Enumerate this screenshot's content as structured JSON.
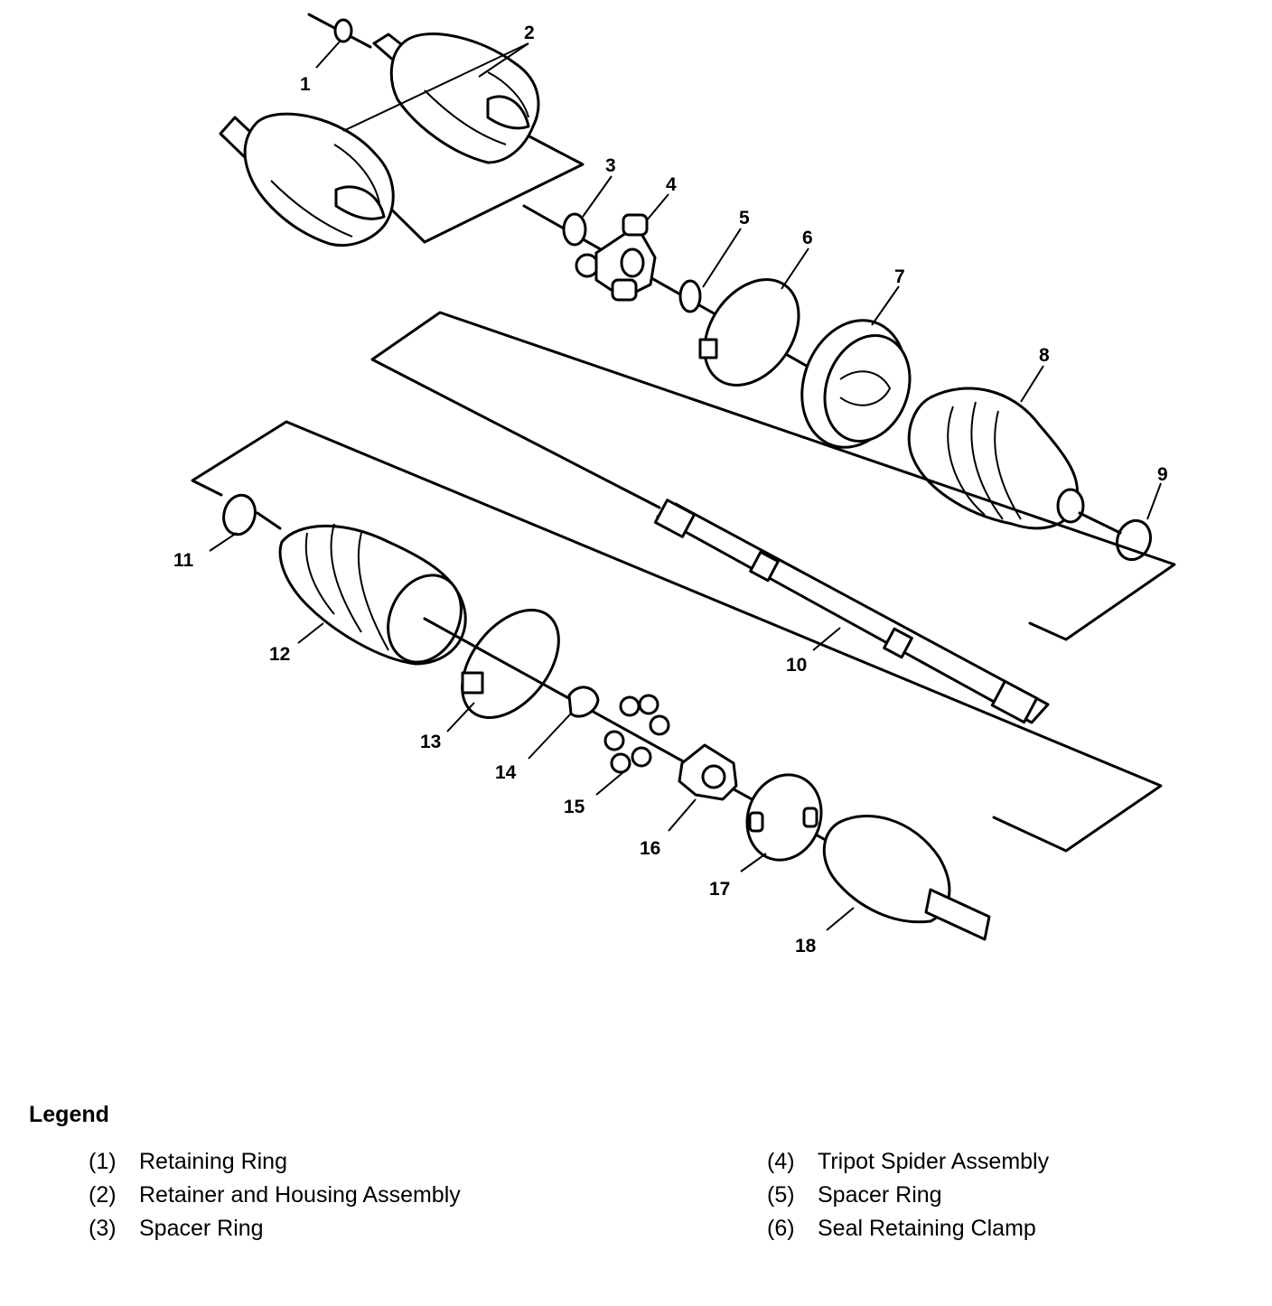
{
  "diagram": {
    "callouts": [
      "1",
      "2",
      "3",
      "4",
      "5",
      "6",
      "7",
      "8",
      "9",
      "10",
      "11",
      "12",
      "13",
      "14",
      "15",
      "16",
      "17",
      "18"
    ]
  },
  "legend": {
    "title": "Legend",
    "items": [
      {
        "num": "(1)",
        "label": "Retaining Ring"
      },
      {
        "num": "(2)",
        "label": "Retainer and Housing Assembly"
      },
      {
        "num": "(3)",
        "label": "Spacer Ring"
      },
      {
        "num": "(4)",
        "label": "Tripot Spider Assembly"
      },
      {
        "num": "(5)",
        "label": "Spacer Ring"
      },
      {
        "num": "(6)",
        "label": "Seal Retaining Clamp"
      }
    ]
  }
}
